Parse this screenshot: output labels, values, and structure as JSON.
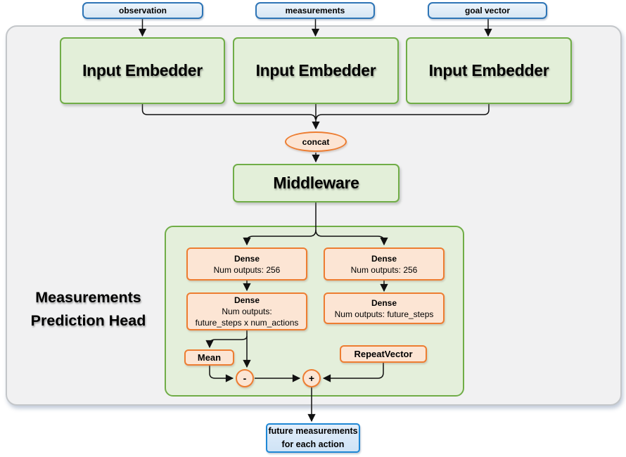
{
  "inputs": {
    "observation": "observation",
    "measurements": "measurements",
    "goal_vector": "goal vector"
  },
  "embedders": {
    "e1": "Input Embedder",
    "e2": "Input Embedder",
    "e3": "Input Embedder"
  },
  "concat": {
    "label": "concat"
  },
  "middleware": {
    "label": "Middleware"
  },
  "head": {
    "title_lines": [
      "Measurements",
      "Prediction Head"
    ],
    "left": {
      "dense1_title": "Dense",
      "dense1_sub": "Num outputs: 256",
      "dense2_title": "Dense",
      "dense2_sub_lines": [
        "Num outputs:",
        "future_steps x num_actions"
      ],
      "mean_label": "Mean",
      "minus_label": "-"
    },
    "right": {
      "dense1_title": "Dense",
      "dense1_sub": "Num outputs: 256",
      "dense2_title": "Dense",
      "dense2_sub": "Num outputs: future_steps",
      "repeat_label": "RepeatVector",
      "plus_label": "+"
    }
  },
  "output": {
    "lines": [
      "future measurements",
      "for each action"
    ]
  },
  "colors": {
    "blue_border": "#2e75b6",
    "blue_output_border": "#1e87d5",
    "blue_fill": "#dbe9f7",
    "green_border": "#70ad47",
    "green_fill": "#e3efd9",
    "orange_border": "#ed7d31",
    "orange_fill": "#fce5d4",
    "container_fill": "#f1f1f2",
    "container_border": "#c3c6c9",
    "line_color": "#111111"
  }
}
